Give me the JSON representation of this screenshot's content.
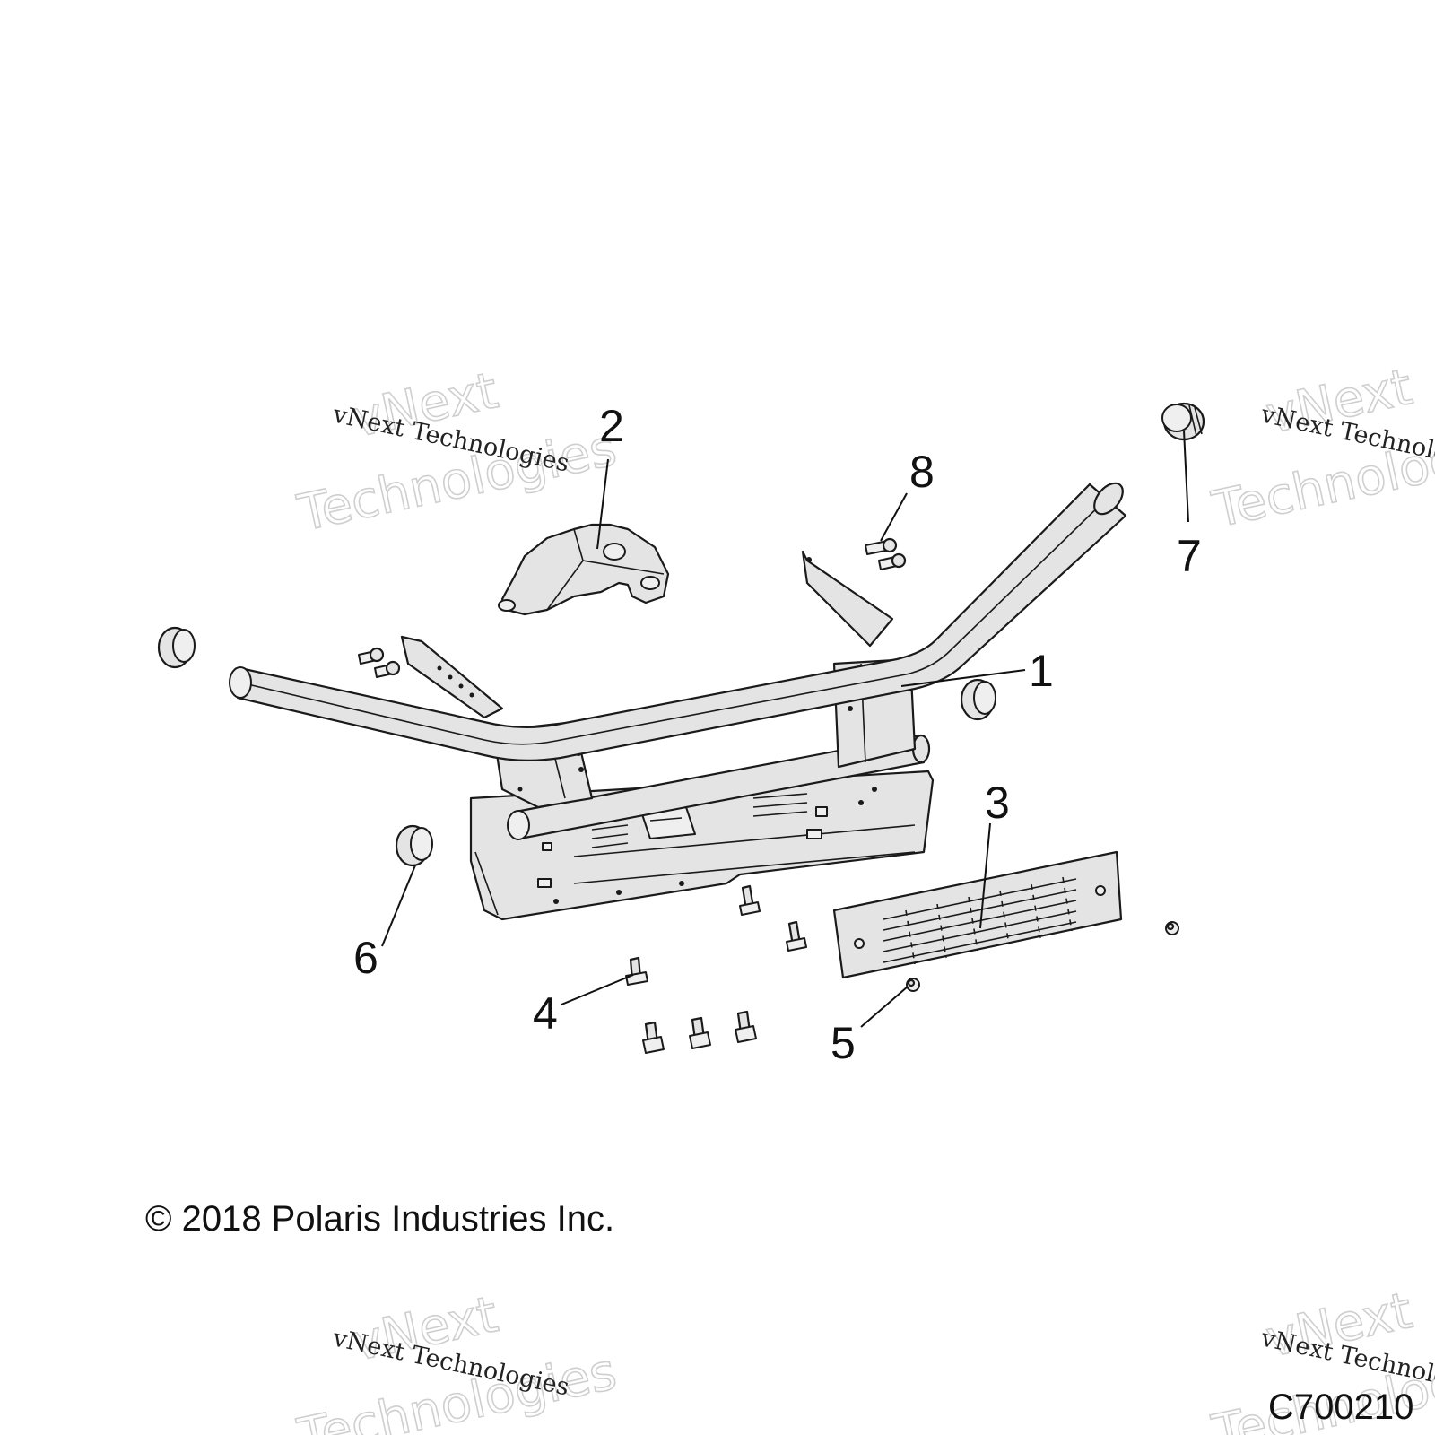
{
  "callouts": [
    {
      "id": "1",
      "label": "1"
    },
    {
      "id": "2",
      "label": "2"
    },
    {
      "id": "3",
      "label": "3"
    },
    {
      "id": "4",
      "label": "4"
    },
    {
      "id": "5",
      "label": "5"
    },
    {
      "id": "6",
      "label": "6"
    },
    {
      "id": "7",
      "label": "7"
    },
    {
      "id": "8",
      "label": "8"
    }
  ],
  "copyright": "© 2018 Polaris Industries Inc.",
  "figure_id": "C700210",
  "watermark": {
    "line_small": "vNext Technologies",
    "line_big_1": "vNext",
    "line_big_2": "Technologies"
  }
}
